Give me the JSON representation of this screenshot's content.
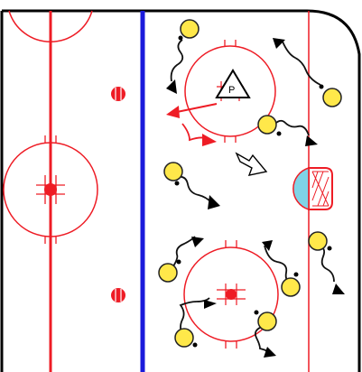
{
  "diagram": {
    "colors": {
      "red_line": "#ee1c25",
      "blue_line": "#1a1adb",
      "player": "#ffe84a",
      "player_stroke": "#222222",
      "goal_fill": "#7fd4e6",
      "pass_arrow": "#ee1c25",
      "skate_path": "#111111",
      "background": "#ffffff"
    },
    "markers": {
      "pylon_label": "P"
    },
    "players": [
      {
        "id": "top-left-forward"
      },
      {
        "id": "top-right-forward"
      },
      {
        "id": "slot-player-top"
      },
      {
        "id": "mid-left-player"
      },
      {
        "id": "right-wing-player"
      },
      {
        "id": "bottom-left-player"
      },
      {
        "id": "bottom-center-player"
      },
      {
        "id": "bottom-right-player"
      },
      {
        "id": "low-slot-player"
      },
      {
        "id": "right-boards-player"
      }
    ],
    "icons": {
      "goal": "hockey-net-icon",
      "pylon": "pylon-triangle-icon",
      "hollow_arrow": "hollow-arrow-icon"
    }
  }
}
